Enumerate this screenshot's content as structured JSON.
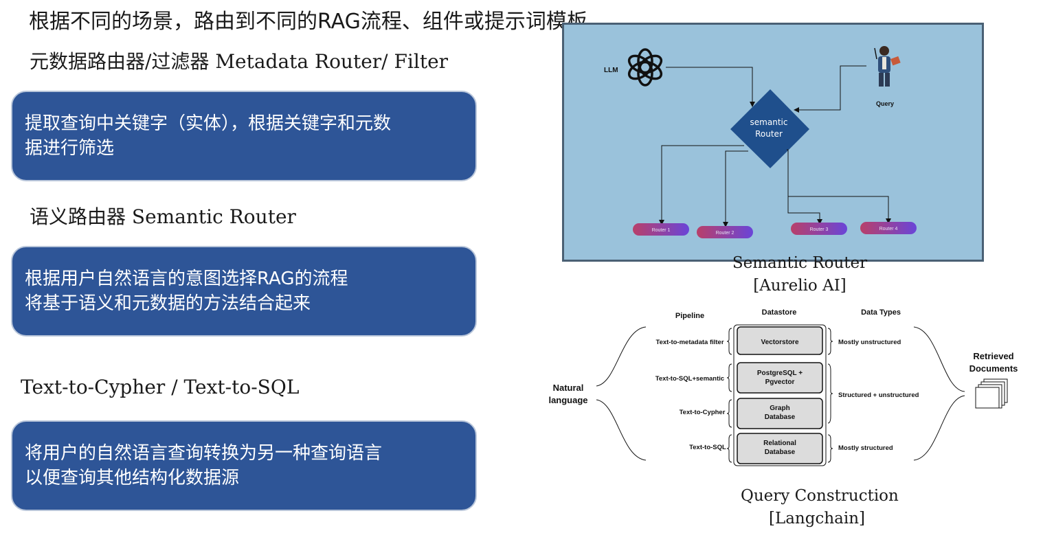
{
  "slide": {
    "title": "根据不同的场景，路由到不同的RAG流程、组件或提示词模板",
    "sections": [
      {
        "heading": "元数据路由器/过滤器 Metadata Router/ Filter",
        "lines": [
          "提取查询中关键字（实体），根据关键字和元数",
          "据进行筛选"
        ]
      },
      {
        "heading": "语义路由器 Semantic Router",
        "lines": [
          "根据用户自然语言的意图选择RAG的流程",
          "将基于语义和元数据的方法结合起来"
        ]
      },
      {
        "heading": "Text-to-Cypher  / Text-to-SQL",
        "lines": [
          "将用户的自然语言查询转换为另一种查询语言",
          "以便查询其他结构化数据源"
        ]
      }
    ]
  },
  "semantic_router_figure": {
    "llm_label": "LLM",
    "query_label": "Query",
    "router_label_line1": "semantic",
    "router_label_line2": "Router",
    "routes": [
      "Router 1",
      "Router 2",
      "Router 3",
      "Router 4"
    ],
    "caption_line1": "Semantic Router",
    "caption_line2": "[Aurelio AI]"
  },
  "query_construction_figure": {
    "column_headers": {
      "pipeline": "Pipeline",
      "datastore": "Datastore",
      "data_types": "Data Types"
    },
    "input_label_line1": "Natural",
    "input_label_line2": "language",
    "output_label_line1": "Retrieved",
    "output_label_line2": "Documents",
    "rows": [
      {
        "pipeline": "Text-to-metadata filter",
        "datastore": [
          "Vectorstore"
        ]
      },
      {
        "pipeline": "Text-to-SQL+semantic",
        "datastore": [
          "PostgreSQL +",
          "Pgvector"
        ]
      },
      {
        "pipeline": "Text-to-Cypher",
        "datastore": [
          "Graph",
          "Database"
        ]
      },
      {
        "pipeline": "Text-to-SQL",
        "datastore": [
          "Relational",
          "Database"
        ]
      }
    ],
    "data_types": [
      "Mostly unstructured",
      "Structured + unstructured",
      "Mostly structured"
    ],
    "caption_line1": "Query Construction",
    "caption_line2": "[Langchain]"
  },
  "colors": {
    "card_fill": "#2e5597",
    "figure_background": "#9ac2db",
    "router_diamond": "#1f4f8c",
    "route_pill_gradient": [
      "#b8406a",
      "#6a45d8"
    ]
  }
}
